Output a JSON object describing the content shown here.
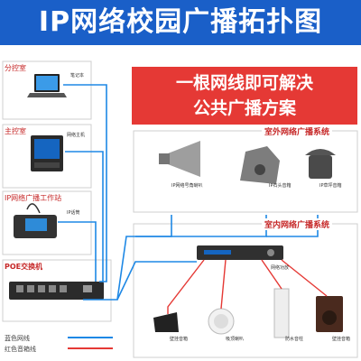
{
  "header": {
    "title": "IP网络校园广播拓扑图"
  },
  "slogan": {
    "line1": "一根网线即可解决",
    "line2": "公共广播方案"
  },
  "rooms": {
    "branch": "分控室",
    "main": "主控室",
    "workstation": "IP网络广播工作站",
    "poe": "POE交换机"
  },
  "device_tags": {
    "laptop": "笔记本",
    "host": "网络主机",
    "mic": "IP话筒",
    "horn": "IP网络号角喇叭",
    "column": "IP石头音箱",
    "mushroom": "IP草坪音箱",
    "amp": "网络功放",
    "wall": "壁挂音箱",
    "ceiling": "吸顶喇叭",
    "column_in": "防水音柱",
    "wall2": "壁挂音箱"
  },
  "sections": {
    "outdoor": "室外网络广播系统",
    "indoor": "室内网络广播系统"
  },
  "legend": {
    "blue": "蓝色网线",
    "red": "红色音箱线"
  },
  "colors": {
    "banner": "#1a5fc8",
    "slogan": "#e53935",
    "blue_line": "#1e88e5",
    "red_line": "#e53935"
  }
}
